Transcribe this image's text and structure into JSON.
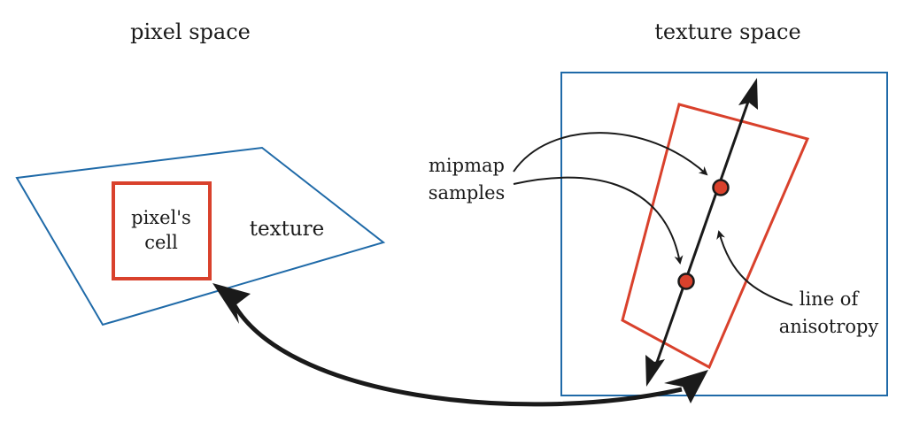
{
  "labels": {
    "pixel_space": "pixel space",
    "texture_space": "texture space",
    "pixels_cell_line1": "pixel's",
    "pixels_cell_line2": "cell",
    "texture": "texture",
    "mipmap_line1": "mipmap",
    "mipmap_line2": "samples",
    "line_of_line1": "line of",
    "line_of_line2": "anisotropy"
  },
  "colors": {
    "blue": "#1f6aa8",
    "red": "#d9412c",
    "ink": "#1a1a1a"
  }
}
